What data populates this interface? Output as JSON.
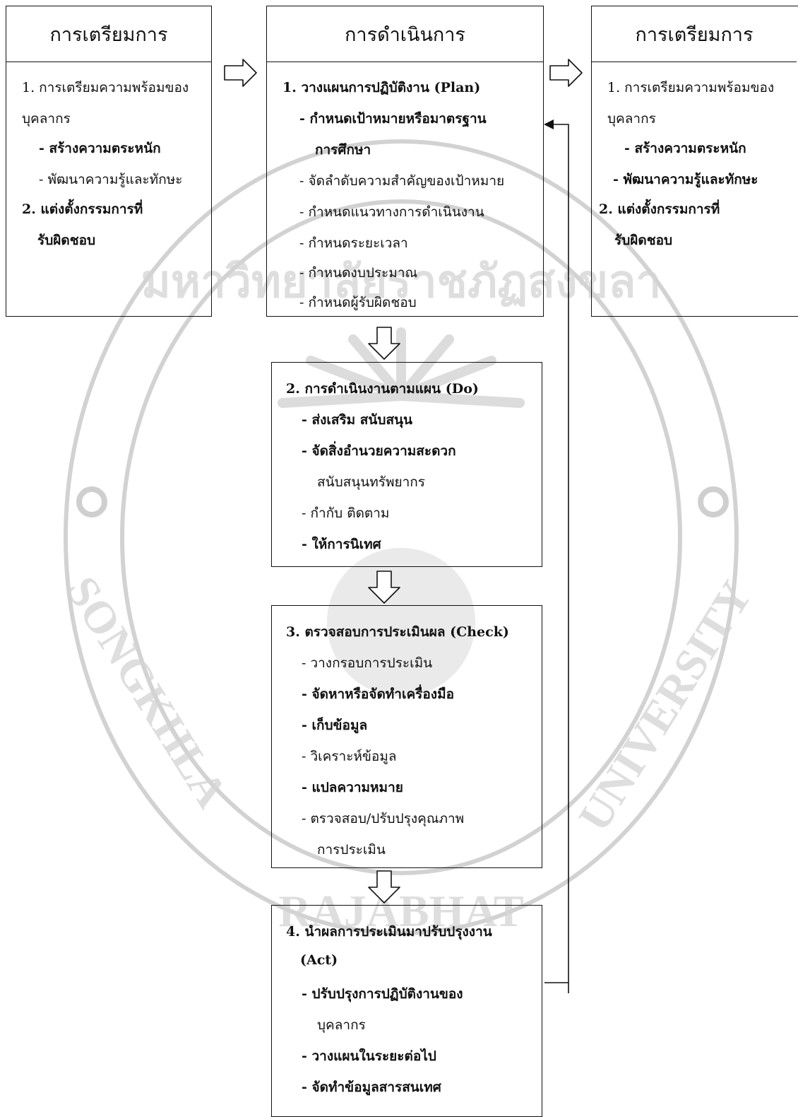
{
  "watermark": {
    "top_text": "มหาวิทยาลัยราชภัฏสงขลา",
    "left_text": "SONGKHLA",
    "bottom_text": "RAJABHAT",
    "right_text": "UNIVERSITY"
  },
  "left_box": {
    "title": "การเตรียมการ",
    "item1": "1. การเตรียมความพร้อมของ",
    "item1_cont": "บุคลากร",
    "sub1": "-  สร้างความตระหนัก",
    "sub2": "-  พัฒนาความรู้และทักษะ",
    "item2": "2. แต่งตั้งกรรมการที่",
    "item2_cont": "รับผิดชอบ"
  },
  "middle_box": {
    "title": "การดำเนินการ",
    "item": "1. วางแผนการปฏิบัติงาน (Plan)",
    "sub1": "-  กำหนดเป้าหมายหรือมาตรฐาน",
    "sub1_cont": "การศึกษา",
    "sub2": "-  จัดลำดับความสำคัญของเป้าหมาย",
    "sub3": "-  กำหนดแนวทางการดำเนินงาน",
    "sub4": "-  กำหนดระยะเวลา",
    "sub5": "-  กำหนดงบประมาณ",
    "sub6": "-  กำหนดผู้รับผิดชอบ"
  },
  "right_box": {
    "title": "การเตรียมการ",
    "item1": "1. การเตรียมความพร้อมของ",
    "item1_cont": "บุคลากร",
    "sub1": "-  สร้างความตระหนัก",
    "sub2": "-  พัฒนาความรู้และทักษะ",
    "item2": "2. แต่งตั้งกรรมการที่",
    "item2_cont": "รับผิดชอบ"
  },
  "do_box": {
    "item": "2. การดำเนินงานตามแผน (Do)",
    "sub1": "-  ส่งเสริม สนับสนุน",
    "sub2": "-  จัดสิ่งอำนวยความสะดวก",
    "sub2_cont": "สนับสนุนทรัพยากร",
    "sub3": "-  กำกับ ติดตาม",
    "sub4": "-  ให้การนิเทศ"
  },
  "check_box": {
    "item": "3. ตรวจสอบการประเมินผล (Check)",
    "sub1": "-  วางกรอบการประเมิน",
    "sub2": "-  จัดหาหรือจัดทำเครื่องมือ",
    "sub3": "-  เก็บข้อมูล",
    "sub4": "-  วิเคราะห์ข้อมูล",
    "sub5": "-  แปลความหมาย",
    "sub6": "-  ตรวจสอบ/ปรับปรุงคุณภาพ",
    "sub6_cont": "การประเมิน"
  },
  "act_box": {
    "item": "4. นำผลการประเมินมาปรับปรุงงาน",
    "item_cont": "(Act)",
    "sub1": "-  ปรับปรุงการปฏิบัติงานของ",
    "sub1_cont": "บุคลากร",
    "sub2": "-  วางแผนในระยะต่อไป",
    "sub3": "-  จัดทำข้อมูลสารสนเทศ"
  }
}
